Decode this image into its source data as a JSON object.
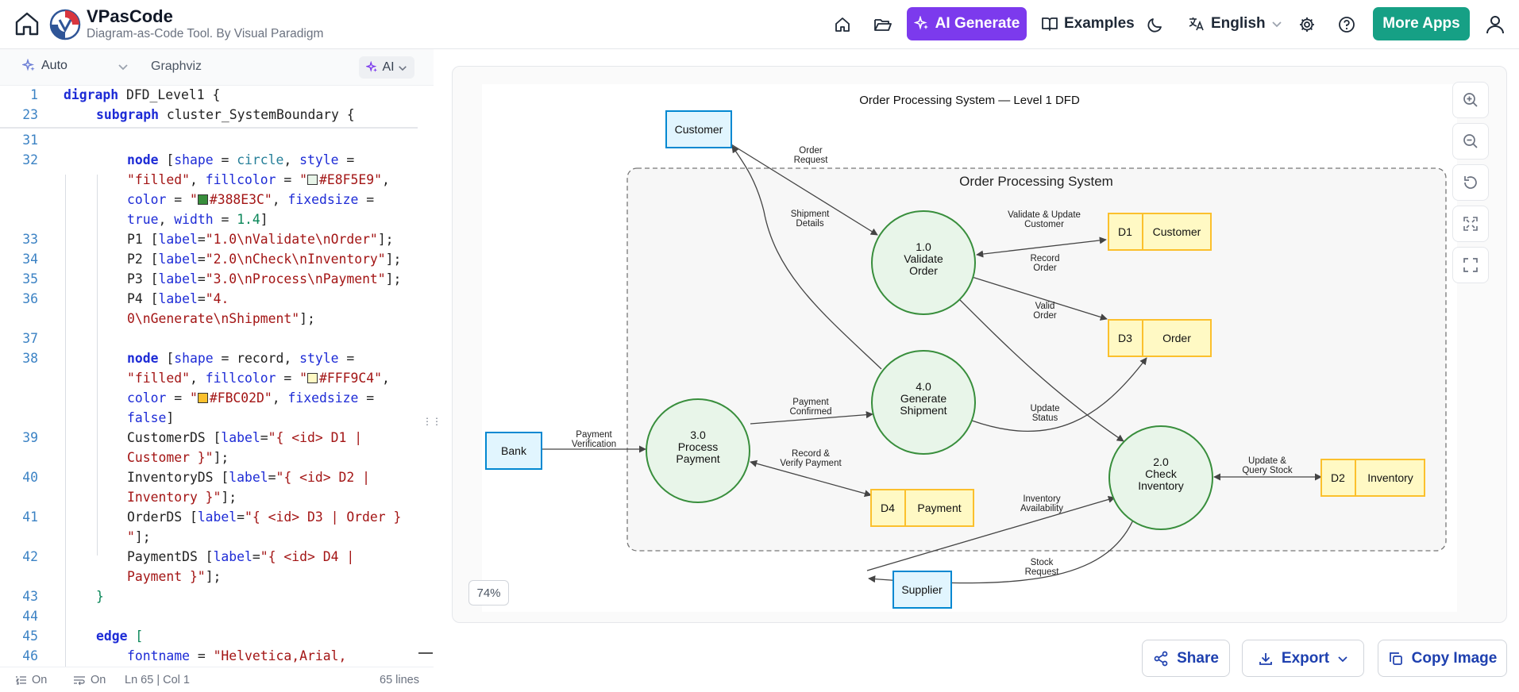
{
  "app": {
    "name": "VPasCode",
    "subtitle": "Diagram-as-Code Tool. By Visual Paradigm"
  },
  "nav": {
    "ai_generate": "AI Generate",
    "examples": "Examples",
    "language": "English",
    "more_apps": "More Apps"
  },
  "editor": {
    "toolbar": {
      "mode": "Auto",
      "engine": "Graphviz",
      "ai": "AI"
    },
    "lines": [
      {
        "n": "1",
        "t": "digraph DFD_Level1 {"
      },
      {
        "n": "23",
        "t": "subgraph cluster_SystemBoundary {"
      },
      {
        "n": "31",
        "t": ""
      },
      {
        "n": "32",
        "t": "node [shape = circle, style ="
      },
      {
        "n": "",
        "t": "\"filled\", fillcolor = \"#E8F5E9\","
      },
      {
        "n": "",
        "t": "color = \"#388E3C\", fixedsize ="
      },
      {
        "n": "",
        "t": "true, width = 1.4]"
      },
      {
        "n": "33",
        "t": "P1 [label=\"1.0\\nValidate\\nOrder\"];"
      },
      {
        "n": "34",
        "t": "P2 [label=\"2.0\\nCheck\\nInventory\"];"
      },
      {
        "n": "35",
        "t": "P3 [label=\"3.0\\nProcess\\nPayment\"];"
      },
      {
        "n": "36",
        "t": "P4 [label=\"4."
      },
      {
        "n": "",
        "t": "0\\nGenerate\\nShipment\"];"
      },
      {
        "n": "37",
        "t": ""
      },
      {
        "n": "38",
        "t": "node [shape = record, style ="
      },
      {
        "n": "",
        "t": "\"filled\", fillcolor = \"#FFF9C4\","
      },
      {
        "n": "",
        "t": "color = \"#FBC02D\", fixedsize ="
      },
      {
        "n": "",
        "t": "false]"
      },
      {
        "n": "39",
        "t": "CustomerDS [label=\"{ <id> D1 |"
      },
      {
        "n": "",
        "t": "Customer }\"];"
      },
      {
        "n": "40",
        "t": "InventoryDS [label=\"{ <id> D2 |"
      },
      {
        "n": "",
        "t": "Inventory }\"];"
      },
      {
        "n": "41",
        "t": "OrderDS [label=\"{ <id> D3 | Order }"
      },
      {
        "n": "",
        "t": "\"];"
      },
      {
        "n": "42",
        "t": "PaymentDS [label=\"{ <id> D4 |"
      },
      {
        "n": "",
        "t": "Payment }\"];"
      },
      {
        "n": "43",
        "t": "}"
      },
      {
        "n": "44",
        "t": ""
      },
      {
        "n": "45",
        "t": "edge ["
      },
      {
        "n": "46",
        "t": "fontname = \"Helvetica,Arial,"
      }
    ],
    "status": {
      "wrap": "On",
      "format": "On",
      "cursor": "Ln 65 | Col 1",
      "line_count": "65 lines"
    }
  },
  "diagram": {
    "title": "Order Processing System — Level 1 DFD",
    "cluster_label": "Order Processing System",
    "colors": {
      "process_fill": "#E8F5E9",
      "process_stroke": "#388E3C",
      "store_fill": "#FFF9C4",
      "store_stroke": "#FBC02D",
      "entity_fill": "#E1F5FE",
      "entity_stroke": "#0288D1"
    },
    "entities": {
      "customer": "Customer",
      "bank": "Bank",
      "supplier": "Supplier"
    },
    "processes": {
      "p1": {
        "num": "1.0",
        "l1": "Validate",
        "l2": "Order"
      },
      "p2": {
        "num": "2.0",
        "l1": "Check",
        "l2": "Inventory"
      },
      "p3": {
        "num": "3.0",
        "l1": "Process",
        "l2": "Payment"
      },
      "p4": {
        "num": "4.0",
        "l1": "Generate",
        "l2": "Shipment"
      }
    },
    "stores": {
      "d1": {
        "id": "D1",
        "name": "Customer"
      },
      "d2": {
        "id": "D2",
        "name": "Inventory"
      },
      "d3": {
        "id": "D3",
        "name": "Order"
      },
      "d4": {
        "id": "D4",
        "name": "Payment"
      }
    },
    "edges": {
      "order_request": [
        "Order",
        "Request"
      ],
      "shipment_details": [
        "Shipment",
        "Details"
      ],
      "validate_update": [
        "Validate & Update",
        "Customer"
      ],
      "record_order": [
        "Record",
        "Order"
      ],
      "valid_order": [
        "Valid",
        "Order"
      ],
      "update_status": [
        "Update",
        "Status"
      ],
      "payment_confirmed": [
        "Payment",
        "Confirmed"
      ],
      "record_verify": [
        "Record &",
        "Verify Payment"
      ],
      "payment_verification": [
        "Payment",
        "Verification"
      ],
      "update_query": [
        "Update &",
        "Query Stock"
      ],
      "inventory_availability": [
        "Inventory",
        "Availability"
      ],
      "stock_request": [
        "Stock",
        "Request"
      ]
    }
  },
  "preview": {
    "zoom": "74%"
  },
  "actions": {
    "share": "Share",
    "export": "Export",
    "copy_image": "Copy Image"
  }
}
